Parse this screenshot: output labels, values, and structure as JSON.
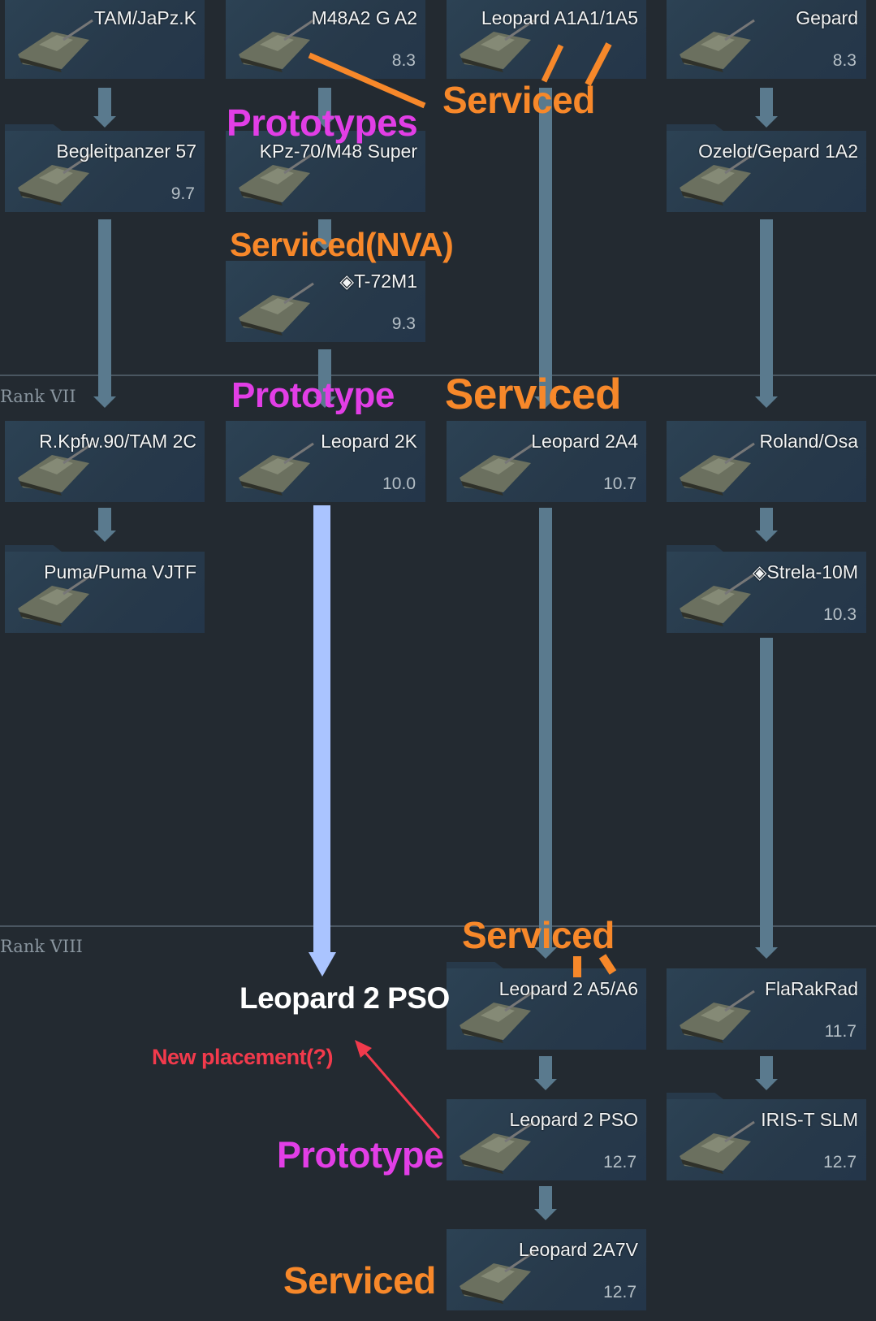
{
  "ranks": [
    {
      "label": "Rank VII"
    },
    {
      "label": "Rank VIII"
    }
  ],
  "vehicles": [
    {
      "name": "TAM/JaPz.K",
      "br": ""
    },
    {
      "name": "M48A2 G A2",
      "br": "8.3"
    },
    {
      "name": "Leopard A1A1/1A5",
      "br": ""
    },
    {
      "name": "Gepard",
      "br": "8.3"
    },
    {
      "name": "Begleitpanzer 57",
      "br": "9.7"
    },
    {
      "name": "KPz-70/M48 Super",
      "br": ""
    },
    {
      "name": "Ozelot/Gepard 1A2",
      "br": ""
    },
    {
      "name": "◈T-72M1",
      "br": "9.3"
    },
    {
      "name": "R.Kpfw.90/TAM 2C",
      "br": ""
    },
    {
      "name": "Leopard 2K",
      "br": "10.0"
    },
    {
      "name": "Leopard 2A4",
      "br": "10.7"
    },
    {
      "name": "Roland/Osa",
      "br": ""
    },
    {
      "name": "Puma/Puma VJTF",
      "br": ""
    },
    {
      "name": "◈Strela-10M",
      "br": "10.3"
    },
    {
      "name": "Leopard 2 A5/A6",
      "br": ""
    },
    {
      "name": "FlaRakRad",
      "br": "11.7"
    },
    {
      "name": "Leopard 2 PSO",
      "br": "12.7"
    },
    {
      "name": "IRIS-T SLM",
      "br": "12.7"
    },
    {
      "name": "Leopard 2A7V",
      "br": "12.7"
    }
  ],
  "annotations": {
    "serviced_top": "Serviced",
    "prototypes": "Prototypes",
    "serviced_nva": "Serviced(NVA)",
    "prototype_2k": "Prototype",
    "serviced_2a4": "Serviced",
    "serviced_a5": "Serviced",
    "leopard_2_pso": "Leopard 2 PSO",
    "new_placement": "New placement(?)",
    "prototype_pso": "Prototype",
    "serviced_2a7v": "Serviced"
  },
  "colors": {
    "serviced": "#f7882a",
    "prototype": "#e23ee6",
    "note": "#f23a4c",
    "highlight_arrow": "#aac4ff"
  }
}
